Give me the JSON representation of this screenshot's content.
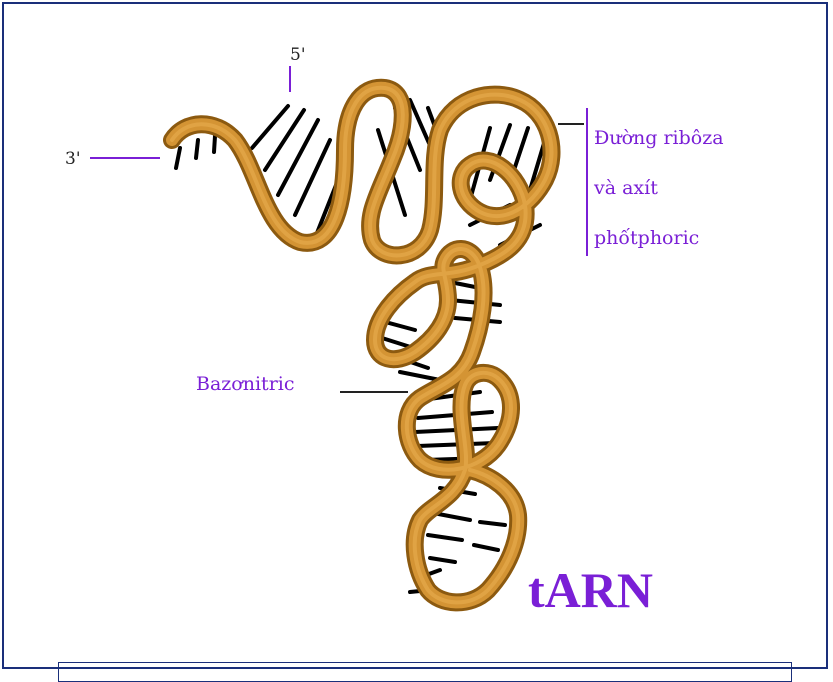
{
  "labels": {
    "five_prime": "5'",
    "three_prime": "3'",
    "backbone_line1": "Đường ribôza",
    "backbone_line2": "và axít",
    "backbone_line3": "phốtphoric",
    "base": "Bazơnitric",
    "title": "tARN"
  },
  "colors": {
    "strand": "#c88a2a",
    "strand_edge": "#8c5a10",
    "label_purple": "#7a1fd6",
    "frame": "#1a2f7a"
  }
}
